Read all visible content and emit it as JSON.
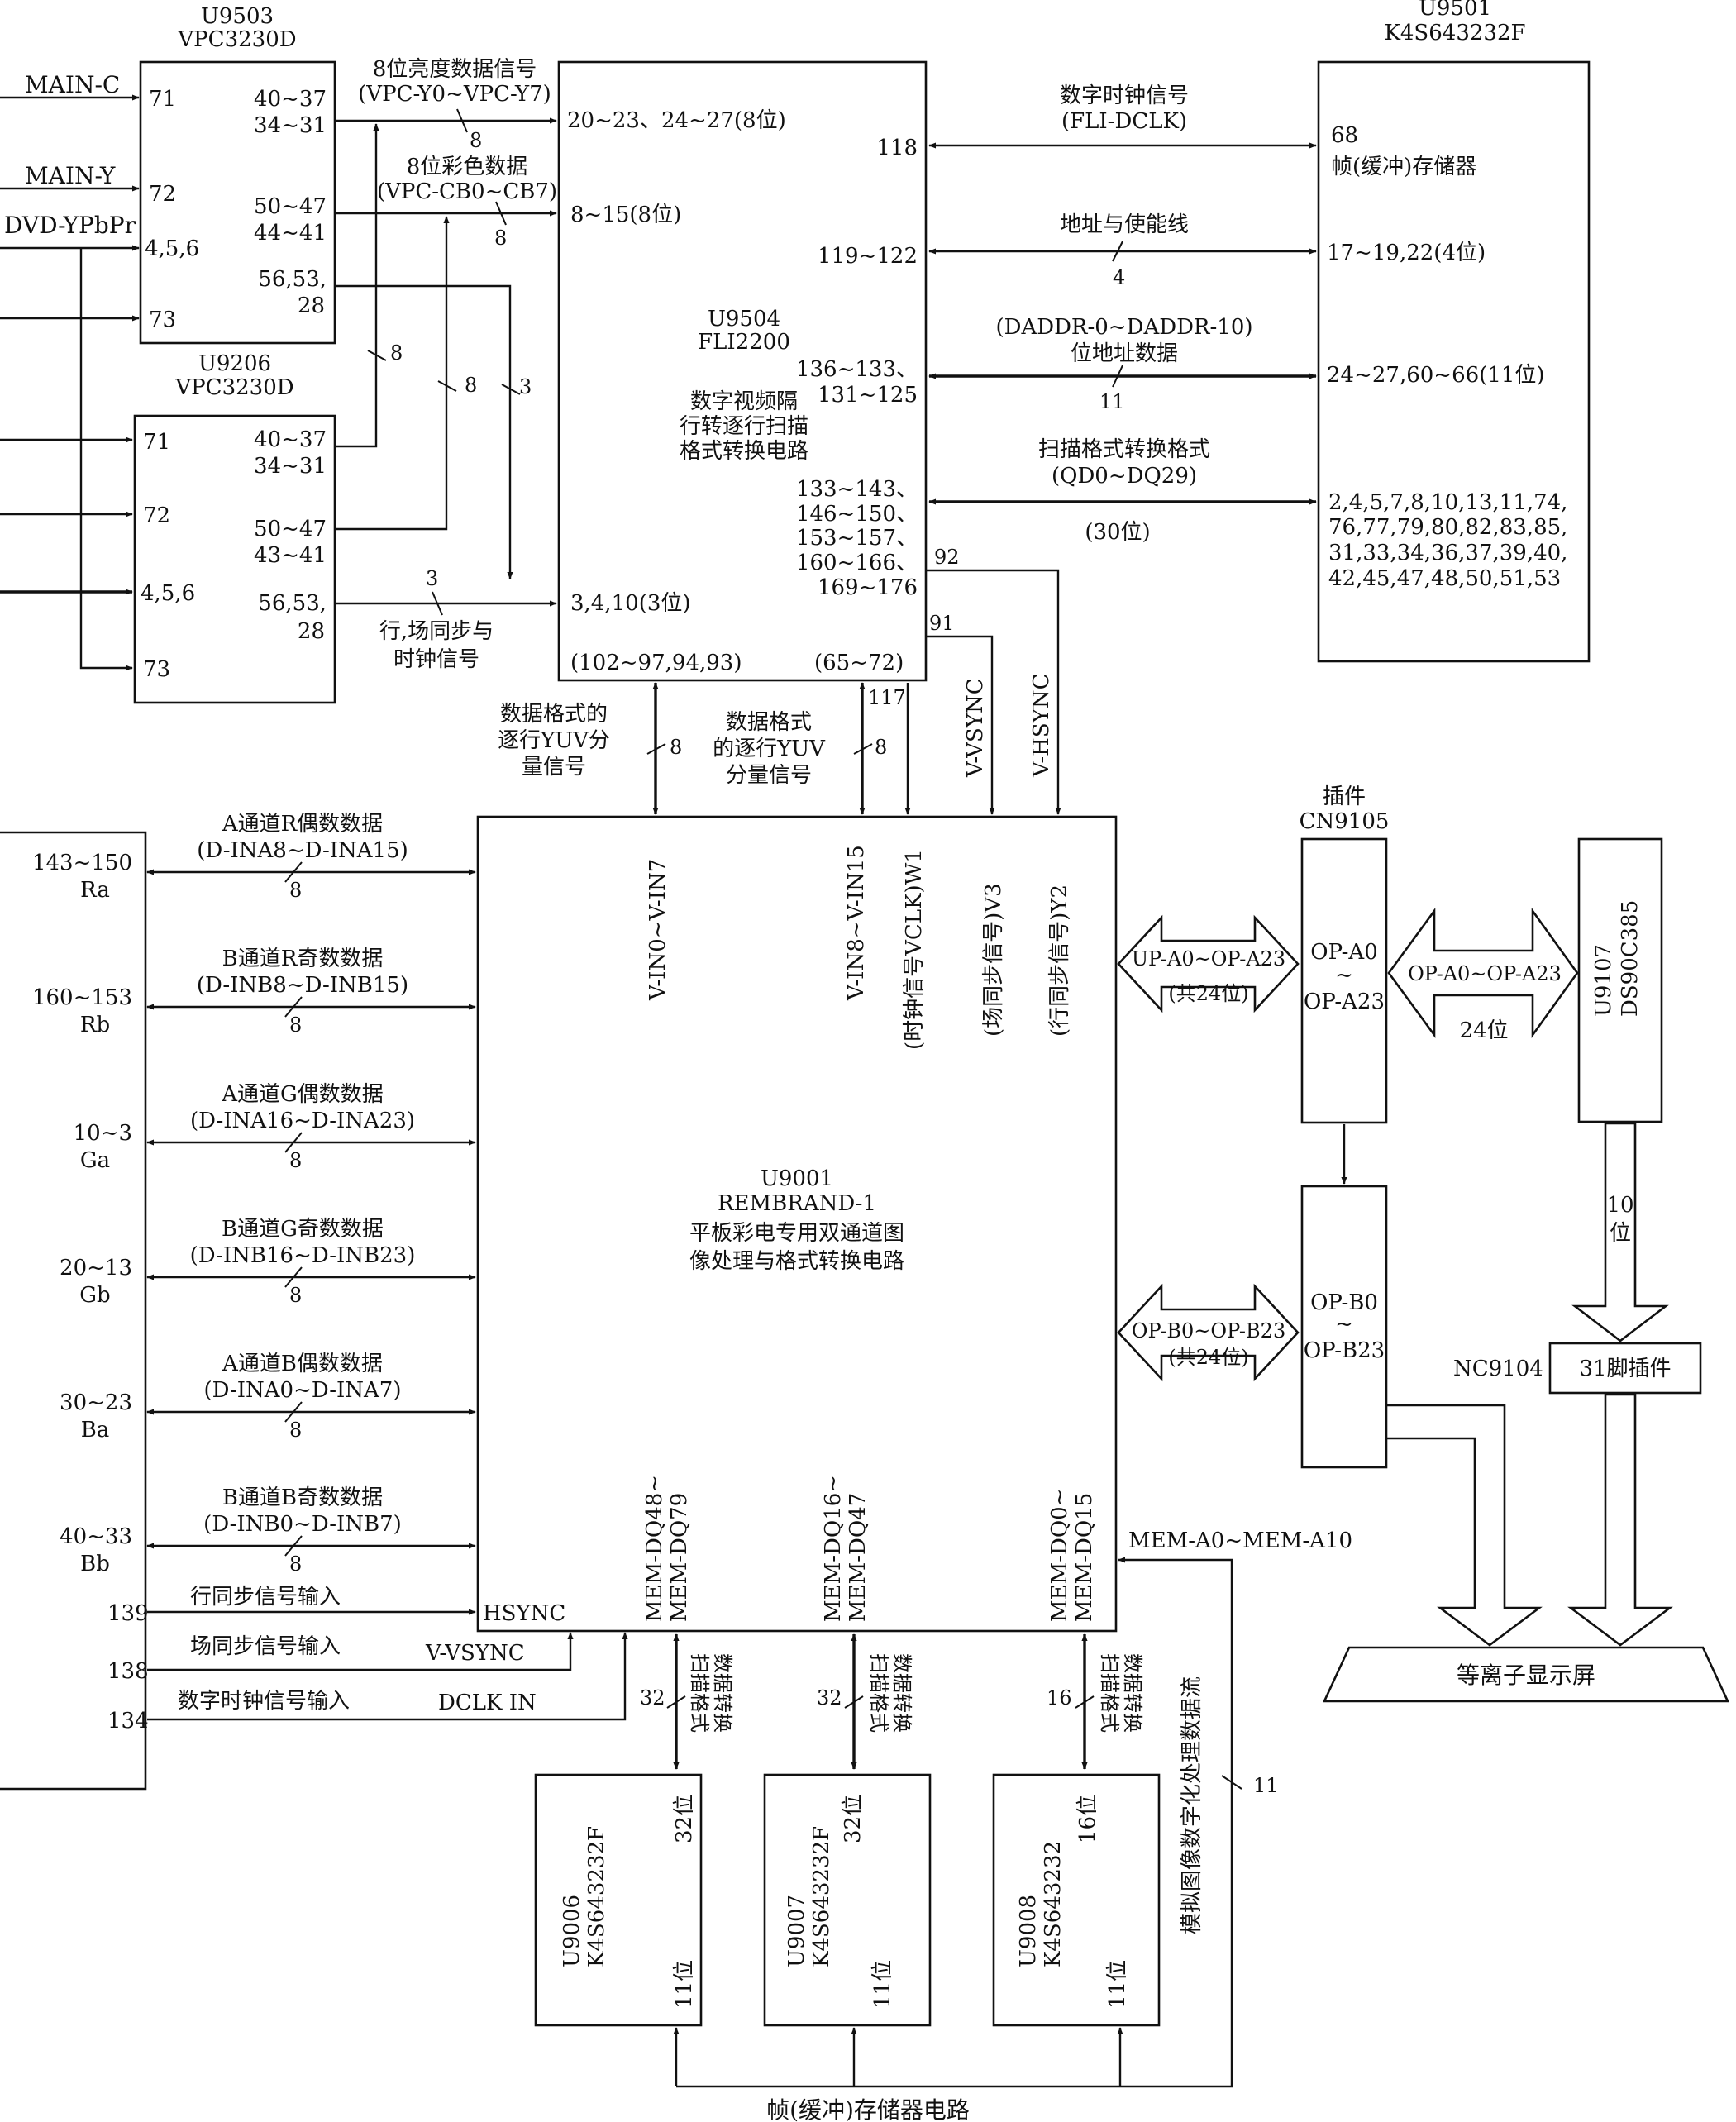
{
  "chips": {
    "u9503": {
      "ref": "U9503",
      "model": "VPC3230D",
      "pins": [
        "71",
        "72",
        "4,5,6",
        "73",
        "40~37",
        "34~31",
        "50~47",
        "44~41",
        "56,53,",
        "28"
      ]
    },
    "u9206": {
      "ref": "U9206",
      "model": "VPC3230D",
      "pins": [
        "71",
        "72",
        "4,5,6",
        "73",
        "40~37",
        "34~31",
        "50~47",
        "43~41",
        "56,53,",
        "28"
      ]
    },
    "u9504": {
      "ref": "U9504",
      "model": "FLI2200",
      "desc": [
        "数字视频隔",
        "行转逐行扫描",
        "格式转换电路"
      ],
      "pins": [
        "20~23、24~27(8位)",
        "8~15(8位)",
        "3,4,10(3位)",
        "(102~97,94,93)",
        "(65~72)",
        "118",
        "119~122",
        "136~133、",
        "131~125",
        "133~143、",
        "146~150、",
        "153~157、",
        "160~166、",
        "169~176"
      ]
    },
    "u9501": {
      "ref": "U9501",
      "model": "K4S643232F",
      "pin_clk": "68",
      "desc": "帧(缓冲)存储器",
      "pins_addr": "17~19,22(4位)",
      "pins_da": "24~27,60~66(11位)",
      "pins_dq": [
        "2,4,5,7,8,10,13,11,74,",
        "76,77,79,80,82,83,85,",
        "31,33,34,36,37,39,40,",
        "42,45,47,48,50,51,53"
      ]
    },
    "u9001": {
      "ref": "U9001",
      "model": "REMBRAND-1",
      "desc": [
        "平板彩电专用双通道图",
        "像处理与格式转换电路"
      ],
      "top_pins": [
        "V-IN0~V-IN7",
        "V-IN8~V-IN15",
        "(时钟信号VCLK)W1",
        "(场同步信号)V3",
        "(行同步信号)Y2"
      ],
      "bottom_pins": [
        [
          "MEM-DQ48~",
          "MEM-DQ79"
        ],
        [
          "MEM-DQ16~",
          "MEM-DQ47"
        ],
        [
          "MEM-DQ0~",
          "MEM-DQ15"
        ]
      ],
      "hsync": "HSYNC"
    },
    "cn9105": {
      "title1": "插件",
      "title2": "CN9105",
      "a": [
        "OP-A0",
        "~",
        "OP-A23"
      ],
      "b": [
        "OP-B0",
        "~",
        "OP-B23"
      ]
    },
    "u9107": {
      "ref": "U9107",
      "model": "DS90C385"
    },
    "nc9104": {
      "ref": "NC9104",
      "label": "31脚插件"
    },
    "panel": {
      "label": "等离子显示屏"
    },
    "mems": [
      {
        "ref": "U9006",
        "model": "K4S643232F",
        "w": "32位",
        "a": "11位"
      },
      {
        "ref": "U9007",
        "model": "K4S643232F",
        "w": "32位",
        "a": "11位"
      },
      {
        "ref": "U9008",
        "model": "K4S643232",
        "w": "16位",
        "a": "11位"
      }
    ]
  },
  "inputs": [
    "MAIN-C",
    "MAIN-Y",
    "DVD-YPbPr"
  ],
  "labels": {
    "y_data": [
      "8位亮度数据信号",
      "(VPC-Y0~VPC-Y7)"
    ],
    "cb_data": [
      "8位彩色数据",
      "(VPC-CB0~CB7)"
    ],
    "sync": [
      "行,场同步与",
      "时钟信号"
    ],
    "dclk": [
      "数字时钟信号",
      "(FLI-DCLK)"
    ],
    "addr_en": "地址与使能线",
    "daddr": [
      "(DADDR-0~DADDR-10)",
      "位地址数据"
    ],
    "scan": [
      "扫描格式转换格式",
      "(QD0~DQ29)"
    ],
    "bits30": "(30位)",
    "yuv1": [
      "数据格式的",
      "逐行YUV分",
      "量信号"
    ],
    "yuv2": [
      "数据格式",
      "的逐行YUV",
      "分量信号"
    ],
    "vv": "V-VSYNC",
    "vh": "V-HSYNC",
    "n91": "91",
    "n92": "92",
    "n117": "117",
    "up_a": [
      "UP-A0~OP-A23",
      "(共24位)"
    ],
    "op_a": "OP-A0~OP-A23",
    "bits24": "24位",
    "op_b": [
      "OP-B0~OP-B23",
      "(共24位)"
    ],
    "bits10": [
      "10",
      "位"
    ],
    "mem_a": "MEM-A0~MEM-A10",
    "analog": "模拟图像数字化处理数据流",
    "n11": "11",
    "scan_conv": [
      "扫描格式",
      "数据转换"
    ],
    "frame_mem": "帧(缓冲)存储器电路",
    "hsync_in": "行同步信号输入",
    "vsync_in": "场同步信号输入",
    "clk_in": "数字时钟信号输入",
    "vvsync": "V-VSYNC",
    "dclkin": "DCLK IN",
    "n139": "139",
    "n138": "138",
    "n134": "134",
    "n8": "8",
    "n3": "3",
    "n4": "4",
    "n32": "32",
    "n16": "16"
  },
  "channels": [
    {
      "name": "A通道R偶数数据",
      "bus": "(D-INA8~D-INA15)",
      "pin": "143~150",
      "sig": "Ra"
    },
    {
      "name": "B通道R奇数数据",
      "bus": "(D-INB8~D-INB15)",
      "pin": "160~153",
      "sig": "Rb"
    },
    {
      "name": "A通道G偶数数据",
      "bus": "(D-INA16~D-INA23)",
      "pin": "10~3",
      "sig": "Ga"
    },
    {
      "name": "B通道G奇数数据",
      "bus": "(D-INB16~D-INB23)",
      "pin": "20~13",
      "sig": "Gb"
    },
    {
      "name": "A通道B偶数数据",
      "bus": "(D-INA0~D-INA7)",
      "pin": "30~23",
      "sig": "Ba"
    },
    {
      "name": "B通道B奇数数据",
      "bus": "(D-INB0~D-INB7)",
      "pin": "40~33",
      "sig": "Bb"
    }
  ]
}
